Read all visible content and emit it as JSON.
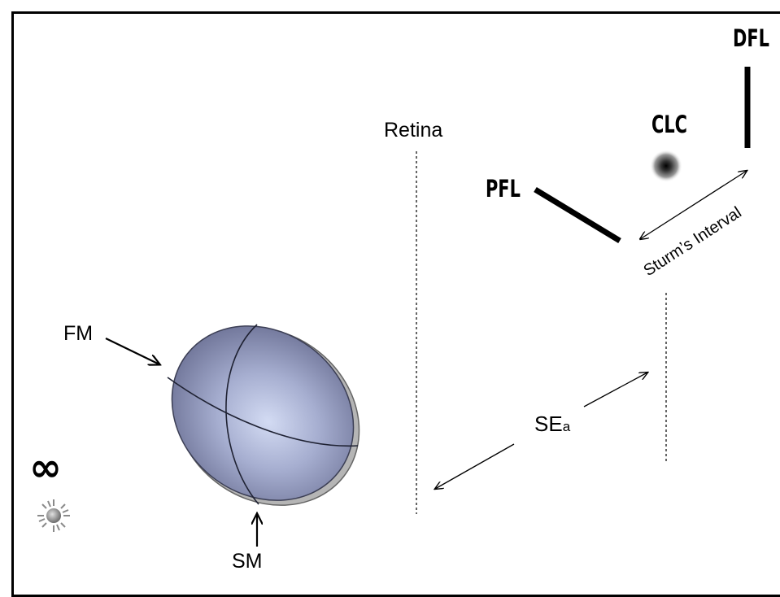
{
  "labels": {
    "retina": "Retina",
    "dfl": "DFL",
    "clc": "CLC",
    "pfl": "PFL",
    "sturm_interval": "Sturm’s Interval",
    "fm": "FM",
    "sm": "SM",
    "se_main": "SE",
    "se_sub": "a",
    "infinity": "∞"
  },
  "icons": {
    "infinity": "infinity-icon",
    "light_source": "sun-icon"
  },
  "colors": {
    "lens_body": "#7a80a6",
    "lens_highlight": "#c9d2ee",
    "lens_rim": "#c8c8c8",
    "sun": "#8a8a8a"
  }
}
